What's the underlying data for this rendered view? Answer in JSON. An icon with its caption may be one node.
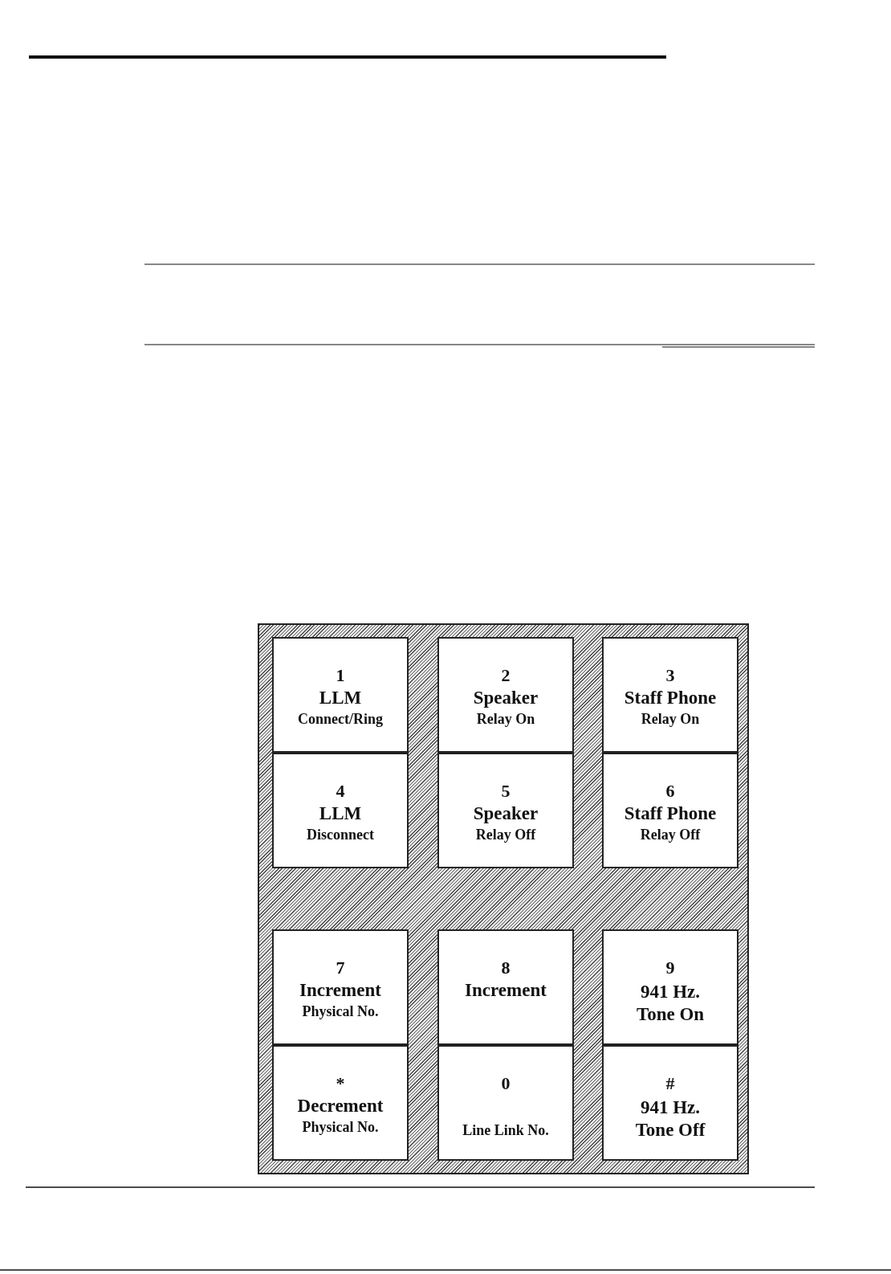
{
  "diagram": {
    "nodes": [
      {
        "text": [],
        "shape": "box"
      },
      {
        "text": [
          "1",
          "LLM",
          "Connect/Ring"
        ],
        "in": 0
      },
      {
        "text": [
          "2",
          "Speaker",
          "Relay On"
        ],
        "in": 0
      },
      {
        "text": [
          "3",
          "Staff Phone",
          "Relay On"
        ],
        "in": 0
      },
      {
        "text": [
          "4",
          "LLM",
          "Disconnect"
        ],
        "in": 0
      },
      {
        "text": [
          "5",
          "Speaker",
          "Relay Off"
        ],
        "in": 0
      },
      {
        "text": [
          "6",
          "Staff Phone",
          "Relay Off"
        ],
        "in": 0
      },
      {
        "text": [
          "7",
          "Increment",
          "Physical No."
        ],
        "in": 0
      },
      {
        "text": [
          "8",
          "Increment"
        ],
        "in": 0
      },
      {
        "text": [
          "9",
          "941 Hz. Tone On"
        ],
        "in": 0
      },
      {
        "text": [
          "*",
          "Decrement",
          "Physical No."
        ],
        "in": 0
      },
      {
        "text": [
          "0",
          "Line Link No."
        ],
        "in": 0
      },
      {
        "text": [
          "#",
          "941 Hz. Tone Off"
        ],
        "in": 0
      }
    ]
  }
}
